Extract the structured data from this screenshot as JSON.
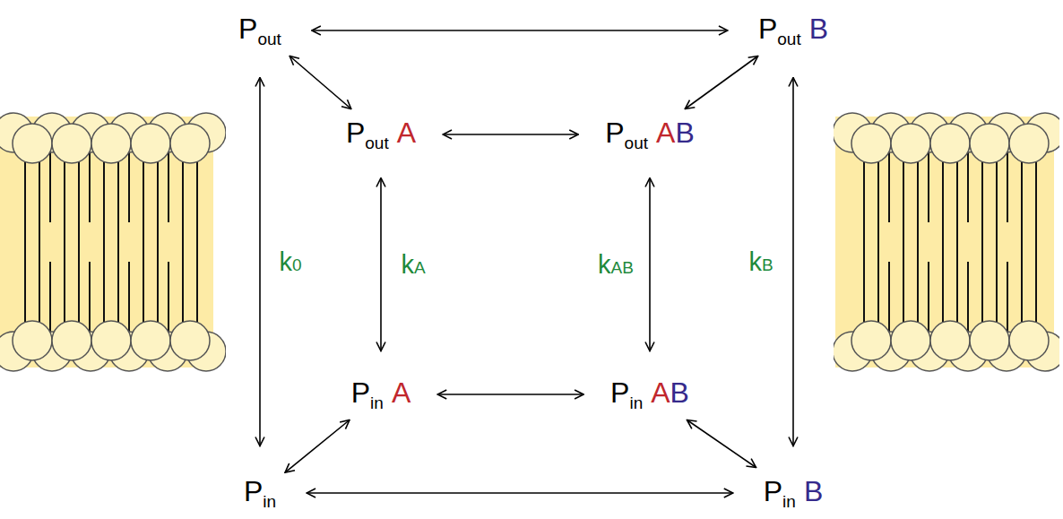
{
  "diagram": {
    "nodes": [
      {
        "text": [
          "P",
          "out"
        ]
      },
      {
        "text": [
          "P",
          "out",
          "B"
        ]
      },
      {
        "text": [
          "P",
          "out",
          "A"
        ]
      },
      {
        "text": [
          "P",
          "out",
          "A",
          "B"
        ]
      },
      {
        "text": [
          "P",
          "in",
          "A"
        ]
      },
      {
        "text": [
          "P",
          "in",
          "A",
          "B"
        ]
      },
      {
        "text": [
          "P",
          "in"
        ]
      },
      {
        "text": [
          "P",
          "in",
          "B"
        ]
      }
    ],
    "edges": [
      {
        "from": 0,
        "to": 1,
        "arrow": "both"
      },
      {
        "from": 0,
        "to": 2,
        "arrow": "both"
      },
      {
        "from": 1,
        "to": 3,
        "arrow": "both"
      },
      {
        "from": 2,
        "to": 3,
        "arrow": "both"
      },
      {
        "from": 0,
        "to": 6,
        "label": "k0",
        "arrow": "both"
      },
      {
        "from": 2,
        "to": 4,
        "label": "kA",
        "arrow": "both"
      },
      {
        "from": 3,
        "to": 5,
        "label": "kAB",
        "arrow": "both"
      },
      {
        "from": 1,
        "to": 7,
        "label": "kB",
        "arrow": "both"
      },
      {
        "from": 6,
        "to": 4,
        "arrow": "both"
      },
      {
        "from": 4,
        "to": 5,
        "arrow": "both"
      },
      {
        "from": 5,
        "to": 7,
        "arrow": "both"
      },
      {
        "from": 6,
        "to": 7,
        "arrow": "both"
      }
    ]
  }
}
